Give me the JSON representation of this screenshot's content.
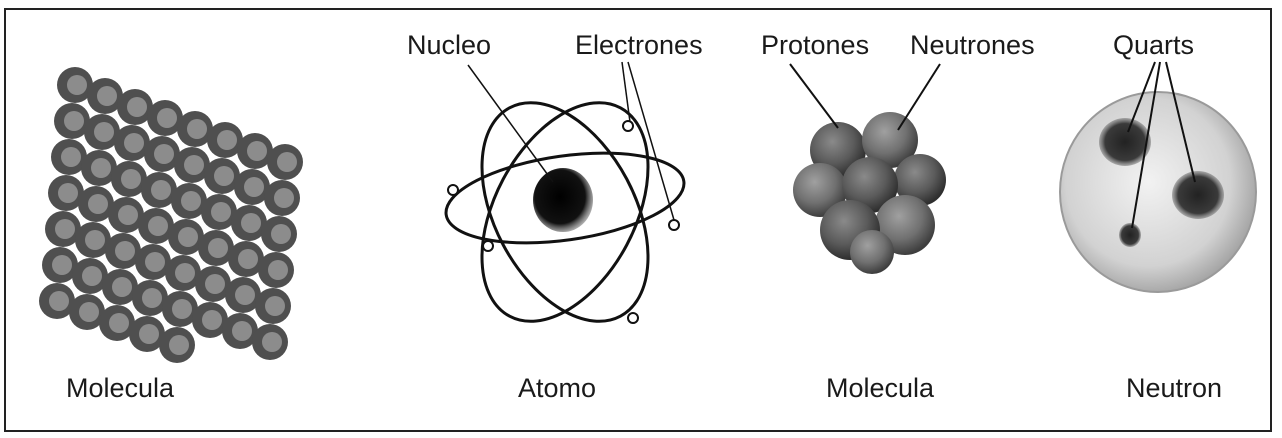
{
  "panels": [
    {
      "caption": "Molecula",
      "icon": "crystal-lattice"
    },
    {
      "caption": "Atomo",
      "icon": "atom-orbit",
      "labels": [
        "Nucleo",
        "Electrones"
      ]
    },
    {
      "caption": "Molecula",
      "icon": "nucleus-cluster",
      "labels": [
        "Protones",
        "Neutrones"
      ]
    },
    {
      "caption": "Neutron",
      "icon": "neutron-quarks",
      "labels": [
        "Quarts"
      ]
    }
  ],
  "colors": {
    "ink": "#1a1a1a",
    "sphere_dark": "#555555",
    "sphere_light": "#8a8a8a",
    "neutron_bg": "#cfcfcf"
  }
}
